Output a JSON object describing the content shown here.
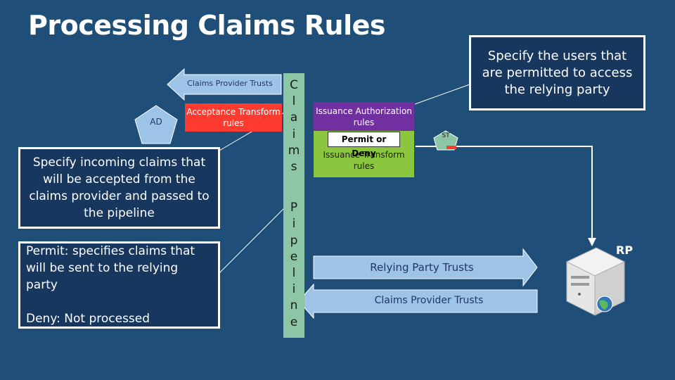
{
  "title": "Processing Claims Rules",
  "specify_users": "Specify the users that are permitted to access the relying party",
  "claims_provider_trusts_top": "Claims Provider Trusts",
  "ad_label": "AD",
  "acceptance_rules": "Acceptance Transform rules",
  "specify_incoming": "Specify incoming claims that will be accepted from the claims provider and passed to the pipeline",
  "permit_text": "Permit: specifies claims that will be sent to the relying party",
  "deny_text": "Deny: Not processed",
  "pipeline_letters": [
    "C",
    "l",
    "a",
    "i",
    "m",
    "s",
    "P",
    "i",
    "p",
    "e",
    "l",
    "i",
    "n",
    "e"
  ],
  "issuance_authorization": "Issuance Authorization rules",
  "permit_or_deny": "Permit or Deny",
  "issuance_transform": "Issuance Transform rules",
  "st_label": "ST",
  "rp_label": "RP",
  "relying_party_trusts": "Relying Party Trusts",
  "claims_provider_trusts_bottom": "Claims Provider Trusts",
  "colors": {
    "background": "#1f4e79",
    "acceptance": "#ff3b2f",
    "authorization": "#7030a0",
    "transform": "#8cc63f",
    "pipeline": "#8cc6a6",
    "arrow": "#9dc3e6"
  }
}
